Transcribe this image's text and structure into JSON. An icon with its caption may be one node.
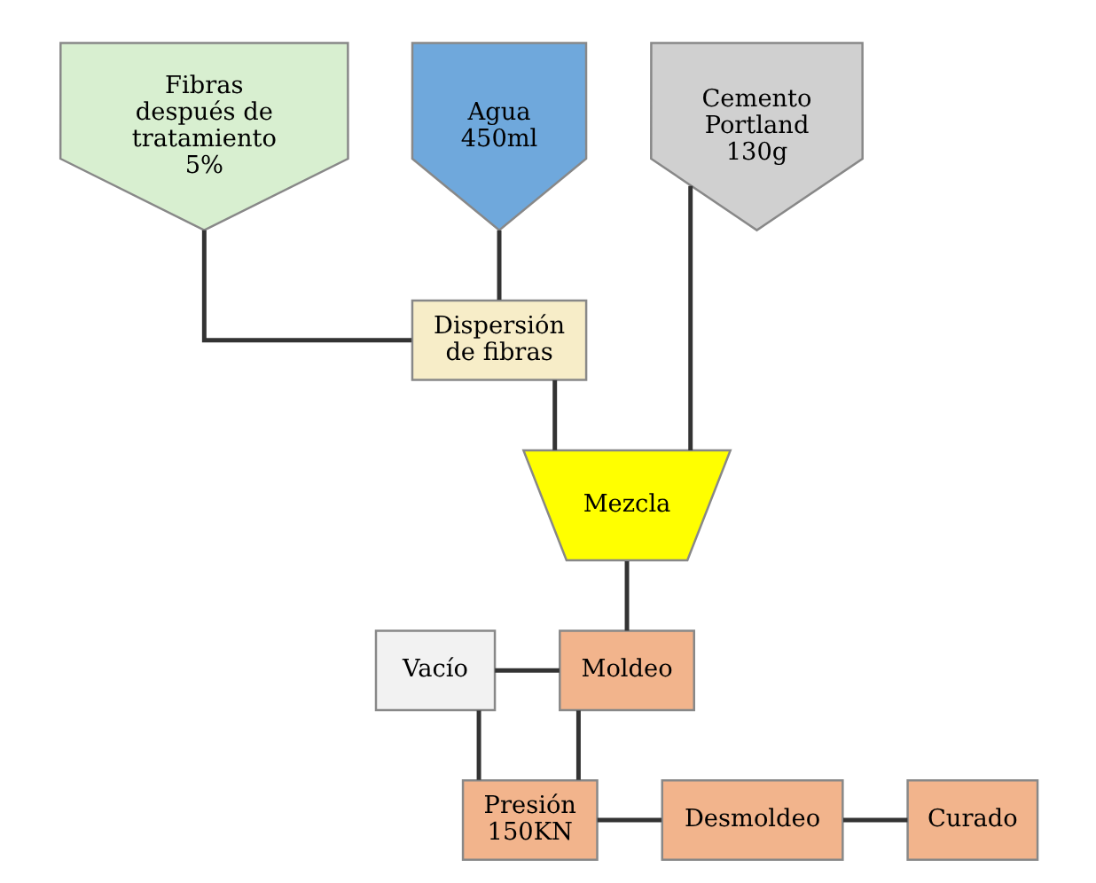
{
  "diagram": {
    "nodes": [
      {
        "text": [
          "Fibras después de tratamiento 5%"
        ]
      },
      {
        "text": [
          "Agua 450ml"
        ]
      },
      {
        "text": [
          "Cemento Portland 130g"
        ]
      },
      {
        "text": [
          "Dispersión de fibras"
        ]
      },
      {
        "text": [
          "Mezcla"
        ]
      },
      {
        "text": [
          "Vacío"
        ]
      },
      {
        "text": [
          "Moldeo"
        ]
      },
      {
        "text": [
          "Presión 150KN"
        ]
      },
      {
        "text": [
          "Desmoldeo"
        ]
      },
      {
        "text": [
          "Curado"
        ]
      }
    ],
    "edges": [
      {
        "from": 0,
        "to": 3,
        "arrow": "none"
      },
      {
        "from": 1,
        "to": 3,
        "arrow": "none"
      },
      {
        "from": 3,
        "to": 4,
        "arrow": "none"
      },
      {
        "from": 2,
        "to": 4,
        "arrow": "none"
      },
      {
        "from": 4,
        "to": 6,
        "arrow": "none"
      },
      {
        "from": 6,
        "to": 7,
        "arrow": "none"
      },
      {
        "from": 5,
        "to": 6,
        "arrow": "none"
      },
      {
        "from": 5,
        "to": 7,
        "arrow": "none"
      },
      {
        "from": 7,
        "to": 8,
        "arrow": "none"
      },
      {
        "from": 8,
        "to": 9,
        "arrow": "none"
      }
    ]
  }
}
